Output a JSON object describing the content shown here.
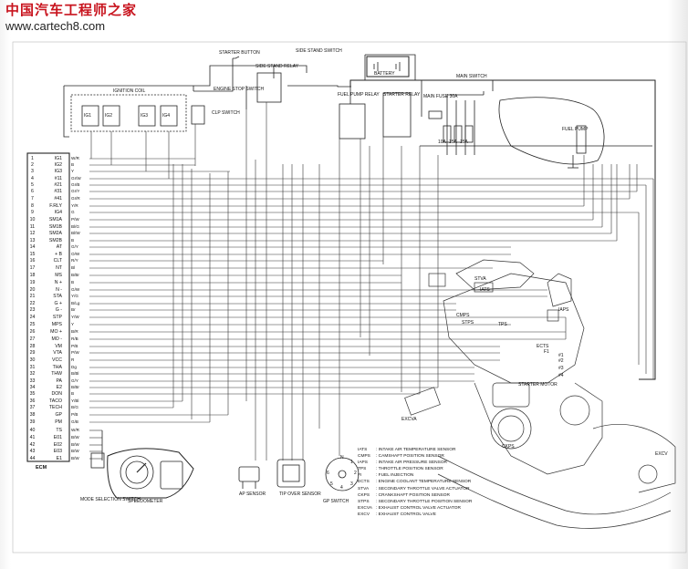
{
  "watermark": {
    "title_cn": "中国汽车工程师之家",
    "url": "www.cartech8.com"
  },
  "ecm": {
    "title": "ECM",
    "pins": [
      {
        "n": "1",
        "sig": "IG1",
        "wire": "W/R"
      },
      {
        "n": "2",
        "sig": "IG2",
        "wire": "B"
      },
      {
        "n": "3",
        "sig": "IG3",
        "wire": "Y"
      },
      {
        "n": "4",
        "sig": "#11",
        "wire": "Gr/W"
      },
      {
        "n": "5",
        "sig": "#21",
        "wire": "Gr/B"
      },
      {
        "n": "6",
        "sig": "#31",
        "wire": "Gr/Y"
      },
      {
        "n": "7",
        "sig": "#41",
        "wire": "Gr/R"
      },
      {
        "n": "8",
        "sig": "F.RLY",
        "wire": "Y/R"
      },
      {
        "n": "9",
        "sig": "IG4",
        "wire": "G"
      },
      {
        "n": "10",
        "sig": "SM1A",
        "wire": "P/W"
      },
      {
        "n": "11",
        "sig": "SM1B",
        "wire": "Bl/G"
      },
      {
        "n": "12",
        "sig": "SM2A",
        "wire": "Bl/W"
      },
      {
        "n": "13",
        "sig": "SM2B",
        "wire": "B"
      },
      {
        "n": "14",
        "sig": "AT",
        "wire": "G/Y"
      },
      {
        "n": "15",
        "sig": "+ B",
        "wire": "O/W"
      },
      {
        "n": "16",
        "sig": "CLT",
        "wire": "R/Y"
      },
      {
        "n": "17",
        "sig": "NT",
        "wire": "Bl"
      },
      {
        "n": "18",
        "sig": "MS",
        "wire": "B/Br"
      },
      {
        "n": "19",
        "sig": "N +",
        "wire": "B"
      },
      {
        "n": "20",
        "sig": "N -",
        "wire": "G/W"
      },
      {
        "n": "21",
        "sig": "STA",
        "wire": "Y/G"
      },
      {
        "n": "22",
        "sig": "G +",
        "wire": "B/Lg"
      },
      {
        "n": "23",
        "sig": "G -",
        "wire": "Br"
      },
      {
        "n": "24",
        "sig": "STP",
        "wire": "Y/W"
      },
      {
        "n": "25",
        "sig": "MPS",
        "wire": "Y"
      },
      {
        "n": "26",
        "sig": "MO +",
        "wire": "B/R"
      },
      {
        "n": "27",
        "sig": "MO -",
        "wire": "R/B"
      },
      {
        "n": "28",
        "sig": "VM",
        "wire": "P/B"
      },
      {
        "n": "29",
        "sig": "VTA",
        "wire": "P/W"
      },
      {
        "n": "30",
        "sig": "VCC",
        "wire": "R"
      },
      {
        "n": "31",
        "sig": "THA",
        "wire": "Dg"
      },
      {
        "n": "32",
        "sig": "THW",
        "wire": "B/Bl"
      },
      {
        "n": "33",
        "sig": "PA",
        "wire": "G/Y"
      },
      {
        "n": "34",
        "sig": "E2",
        "wire": "B/Br"
      },
      {
        "n": "35",
        "sig": "DON",
        "wire": "B"
      },
      {
        "n": "36",
        "sig": "TACO",
        "wire": "Y/Bl"
      },
      {
        "n": "37",
        "sig": "TECH",
        "wire": "B/G"
      },
      {
        "n": "38",
        "sig": "GP",
        "wire": "P/B"
      },
      {
        "n": "39",
        "sig": "PM",
        "wire": "G/B"
      },
      {
        "n": "40",
        "sig": "TS",
        "wire": "W/R"
      },
      {
        "n": "41",
        "sig": "E01",
        "wire": "B/W"
      },
      {
        "n": "42",
        "sig": "E02",
        "wire": "B/W"
      },
      {
        "n": "43",
        "sig": "E03",
        "wire": "B/W"
      },
      {
        "n": "44",
        "sig": "E1",
        "wire": "B/W"
      }
    ]
  },
  "components": {
    "starter_button": "STARTER BUTTON",
    "side_stand_relay": "SIDE STAND RELAY",
    "side_stand_switch": "SIDE STAND SWITCH",
    "battery": "BATTERY",
    "ignition_coil": "IGNITION COIL",
    "coils": [
      "IG1",
      "IG2",
      "IG3",
      "IG4"
    ],
    "engine_stop_switch": "ENGINE STOP SWITCH",
    "clp_switch": "CLP SWITCH",
    "fuel_pump_relay": "FUEL PUMP RELAY",
    "starter_relay": "STARTER RELAY",
    "main_fuse": "MAIN FUSE 30A",
    "main_switch": "MAIN SWITCH",
    "fuel_pump": "FUEL PUMP",
    "fuses": [
      "10A",
      "15A",
      "15A"
    ],
    "starter_motor": "STARTER MOTOR",
    "mode_selection_switch": "MODE SELECTION SWITCH",
    "speedometer": "SPEEDOMETER",
    "ap_sensor": "AP SENSOR",
    "tip_over_sensor": "TIP OVER SENSOR",
    "gp_switch": "GP SWITCH",
    "gp_switch_marks": [
      "N",
      "1",
      "2",
      "3",
      "4",
      "5",
      "6"
    ],
    "engine_tags": [
      "IATS",
      "TPS",
      "STPS",
      "IAPS",
      "CMPS",
      "STVA",
      "#1",
      "#2",
      "#3",
      "#4",
      "ECTS",
      "CKPS",
      "EXCVA",
      "EXCV",
      "F1"
    ]
  },
  "legend": [
    {
      "abbr": "IATS",
      "desc": ": INTAKE AIR TEMPERATURE SENSOR"
    },
    {
      "abbr": "CMPS",
      "desc": ": CAMSHAFT POSITION SENSOR"
    },
    {
      "abbr": "IAPS",
      "desc": ": INTAKE AIR PRESSURE SENSOR"
    },
    {
      "abbr": "TPS",
      "desc": ": THROTTLE POSITION SENSOR"
    },
    {
      "abbr": "FI",
      "desc": ": FUEL INJECTION"
    },
    {
      "abbr": "ECTS",
      "desc": ": ENGINE COOLANT TEMPERATURE SENSOR"
    },
    {
      "abbr": "STVA",
      "desc": ": SECONDARY THROTTLE VALVE ACTUATOR"
    },
    {
      "abbr": "CKPS",
      "desc": ": CRANKSHAFT POSITION SENSOR"
    },
    {
      "abbr": "STPS",
      "desc": ": SECONDARY THROTTLE POSITION SENSOR"
    },
    {
      "abbr": "EXCVA",
      "desc": ": EXHAUST CONTROL VALVE ACTUATOR"
    },
    {
      "abbr": "EXCV",
      "desc": ": EXHAUST CONTROL VALVE"
    }
  ]
}
